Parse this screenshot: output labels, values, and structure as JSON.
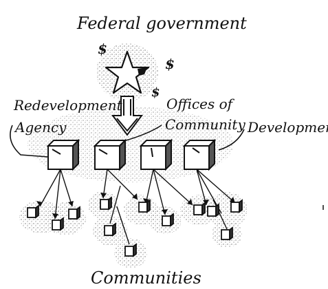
{
  "labels": {
    "top": "Federal government",
    "left_line1": "Redevelopment",
    "left_line2": "Agency",
    "right_line1": "Offices of",
    "right_line2": "Community",
    "right_line3": "Development",
    "bottom": "Communities"
  },
  "symbols": {
    "dollar": "$"
  },
  "colors": {
    "ink": "#111111",
    "paper": "#ffffff",
    "stipple": "#333333"
  }
}
